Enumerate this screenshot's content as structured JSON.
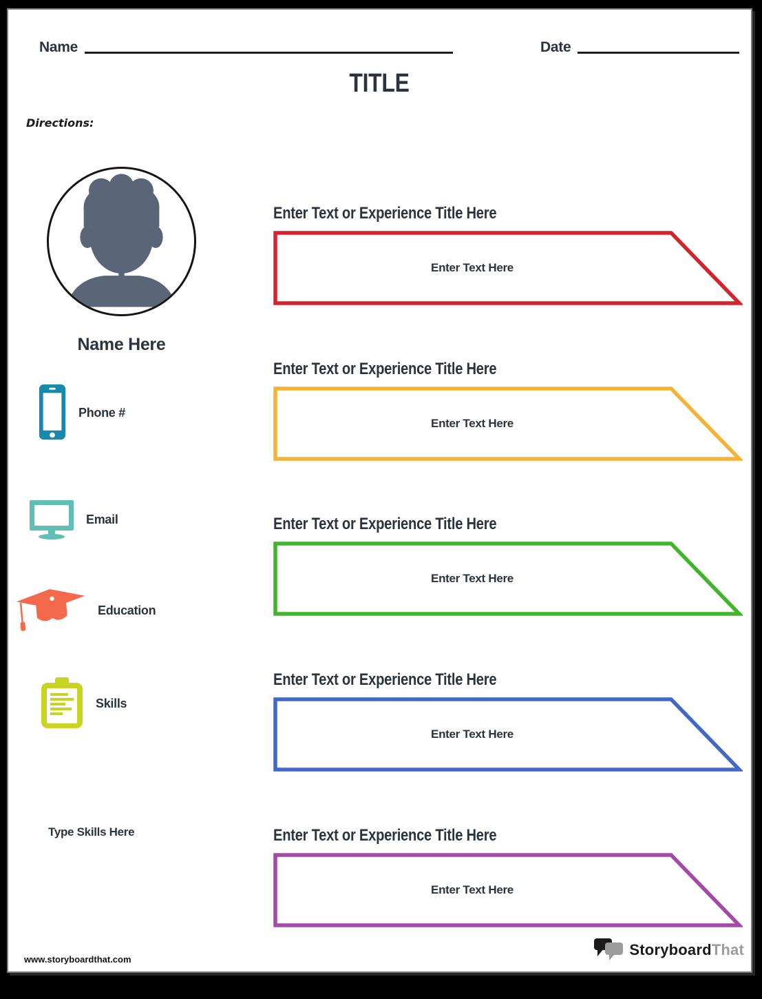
{
  "header": {
    "name_label": "Name",
    "date_label": "Date",
    "title": "TITLE",
    "directions_label": "Directions:"
  },
  "profile": {
    "avatar_icon": "person-silhouette-icon",
    "avatar_color": "#5A6577",
    "name_text": "Name Here",
    "contact_items": [
      {
        "icon": "phone-icon",
        "label": "Phone #",
        "color": "#1789AC"
      },
      {
        "icon": "monitor-icon",
        "label": "Email",
        "color": "#5FBFB5"
      },
      {
        "icon": "graduation-cap-icon",
        "label": "Education",
        "color": "#F4694C"
      },
      {
        "icon": "clipboard-icon",
        "label": "Skills",
        "color": "#C9D322"
      }
    ],
    "skills_text": "Type Skills Here"
  },
  "experience_sections": [
    {
      "title": "Enter Text or Experience Title Here",
      "body": "Enter Text Here",
      "color": "#D5232B"
    },
    {
      "title": "Enter Text or Experience Title Here",
      "body": "Enter Text Here",
      "color": "#F5B335"
    },
    {
      "title": "Enter Text or Experience Title Here",
      "body": "Enter Text Here",
      "color": "#3EB52B"
    },
    {
      "title": "Enter Text or Experience Title Here",
      "body": "Enter Text Here",
      "color": "#4168C6"
    },
    {
      "title": "Enter Text or Experience Title Here",
      "body": "Enter Text Here",
      "color": "#A748A9"
    }
  ],
  "footer": {
    "url": "www.storyboardthat.com",
    "logo_primary": "Storyboard",
    "logo_secondary": "That"
  }
}
